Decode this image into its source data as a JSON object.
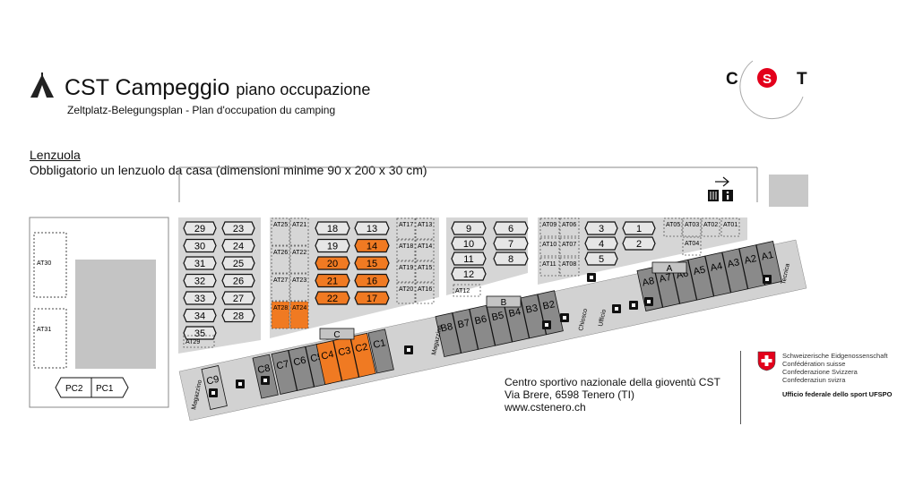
{
  "header": {
    "title": "CST Campeggio",
    "title_suffix": "piano occupazione",
    "subtitle": "Zeltplatz-Belegungsplan - Plan d'occupation du camping",
    "tent_icon": "tent-icon"
  },
  "notice": {
    "title": "Lenzuola",
    "text": "Obbligatorio un lenzuolo da casa (dimensioni minime 90 x 200 x 30 cm)"
  },
  "logo": {
    "letters": [
      "C",
      "S",
      "T"
    ],
    "accent_color": "#e3001b"
  },
  "colors": {
    "occupied": "#f07a22",
    "free_tent": "#e6e6e6",
    "building_free": "#8a8a8a",
    "building_light": "#c4c4c4",
    "ground": "#d6d6d6"
  },
  "map": {
    "left_tents": [
      "29",
      "23",
      "30",
      "24",
      "31",
      "25",
      "32",
      "26",
      "33",
      "27",
      "34",
      "28",
      "35"
    ],
    "left_small": "AT29",
    "mid_at_col1": [
      "AT25",
      "AT26",
      "AT27",
      "AT28"
    ],
    "mid_at_col2": [
      "AT21",
      "AT22",
      "AT23",
      "AT24"
    ],
    "mid_tents": [
      "18",
      "13",
      "19",
      "14",
      "20",
      "15",
      "21",
      "16",
      "22",
      "17"
    ],
    "right_at_col1": [
      "AT17",
      "AT18",
      "AT19",
      "AT20"
    ],
    "right_at_col2": [
      "AT13",
      "AT14",
      "AT15",
      "AT16"
    ],
    "group9_tents": [
      "9",
      "6",
      "10",
      "7",
      "11",
      "8",
      "12"
    ],
    "group9_small": "AT12",
    "east_at_top": [
      "AT09",
      "AT06",
      "AT10",
      "AT07",
      "AT11",
      "AT08"
    ],
    "east_tents": [
      "3",
      "1",
      "4",
      "2",
      "5"
    ],
    "east_at_right": [
      "AT05",
      "AT03",
      "AT02",
      "AT01",
      "AT04"
    ],
    "west_at": [
      "AT30",
      "AT31"
    ],
    "pc": [
      "PC2",
      "PC1"
    ],
    "rooms_a": [
      "A8",
      "A7",
      "A6",
      "A5",
      "A4",
      "A3",
      "A2",
      "A1"
    ],
    "rooms_b": [
      "B8",
      "B7",
      "B6",
      "B5",
      "B4",
      "B3",
      "B2"
    ],
    "rooms_c": [
      "C9",
      "C8",
      "C7",
      "C6",
      "C5",
      "C4",
      "C3",
      "C2",
      "C1"
    ],
    "occupied": [
      "14",
      "20",
      "15",
      "21",
      "16",
      "22",
      "17",
      "AT28",
      "AT24",
      "C4",
      "C3",
      "C2"
    ],
    "section_labels": [
      "A",
      "B",
      "C"
    ],
    "services": [
      "Magazzino",
      "Magazzino",
      "Chiosco",
      "Ufficio",
      "Tecnica"
    ],
    "icons": [
      "arrow-right-icon",
      "restaurant-icon",
      "info-icon",
      "toilets-icon",
      "shower-icon",
      "recycle-icon",
      "tools-icon"
    ]
  },
  "center": {
    "line1": "Centro sportivo nazionale della gioventù CST",
    "line2": "Via Brere, 6598 Tenero (TI)",
    "line3": "www.cstenero.ch"
  },
  "swiss": {
    "lines": [
      "Schweizerische Eidgenossenschaft",
      "Confédération suisse",
      "Confederazione Svizzera",
      "Confederaziun svizra"
    ],
    "office": "Ufficio federale dello sport UFSPO"
  }
}
